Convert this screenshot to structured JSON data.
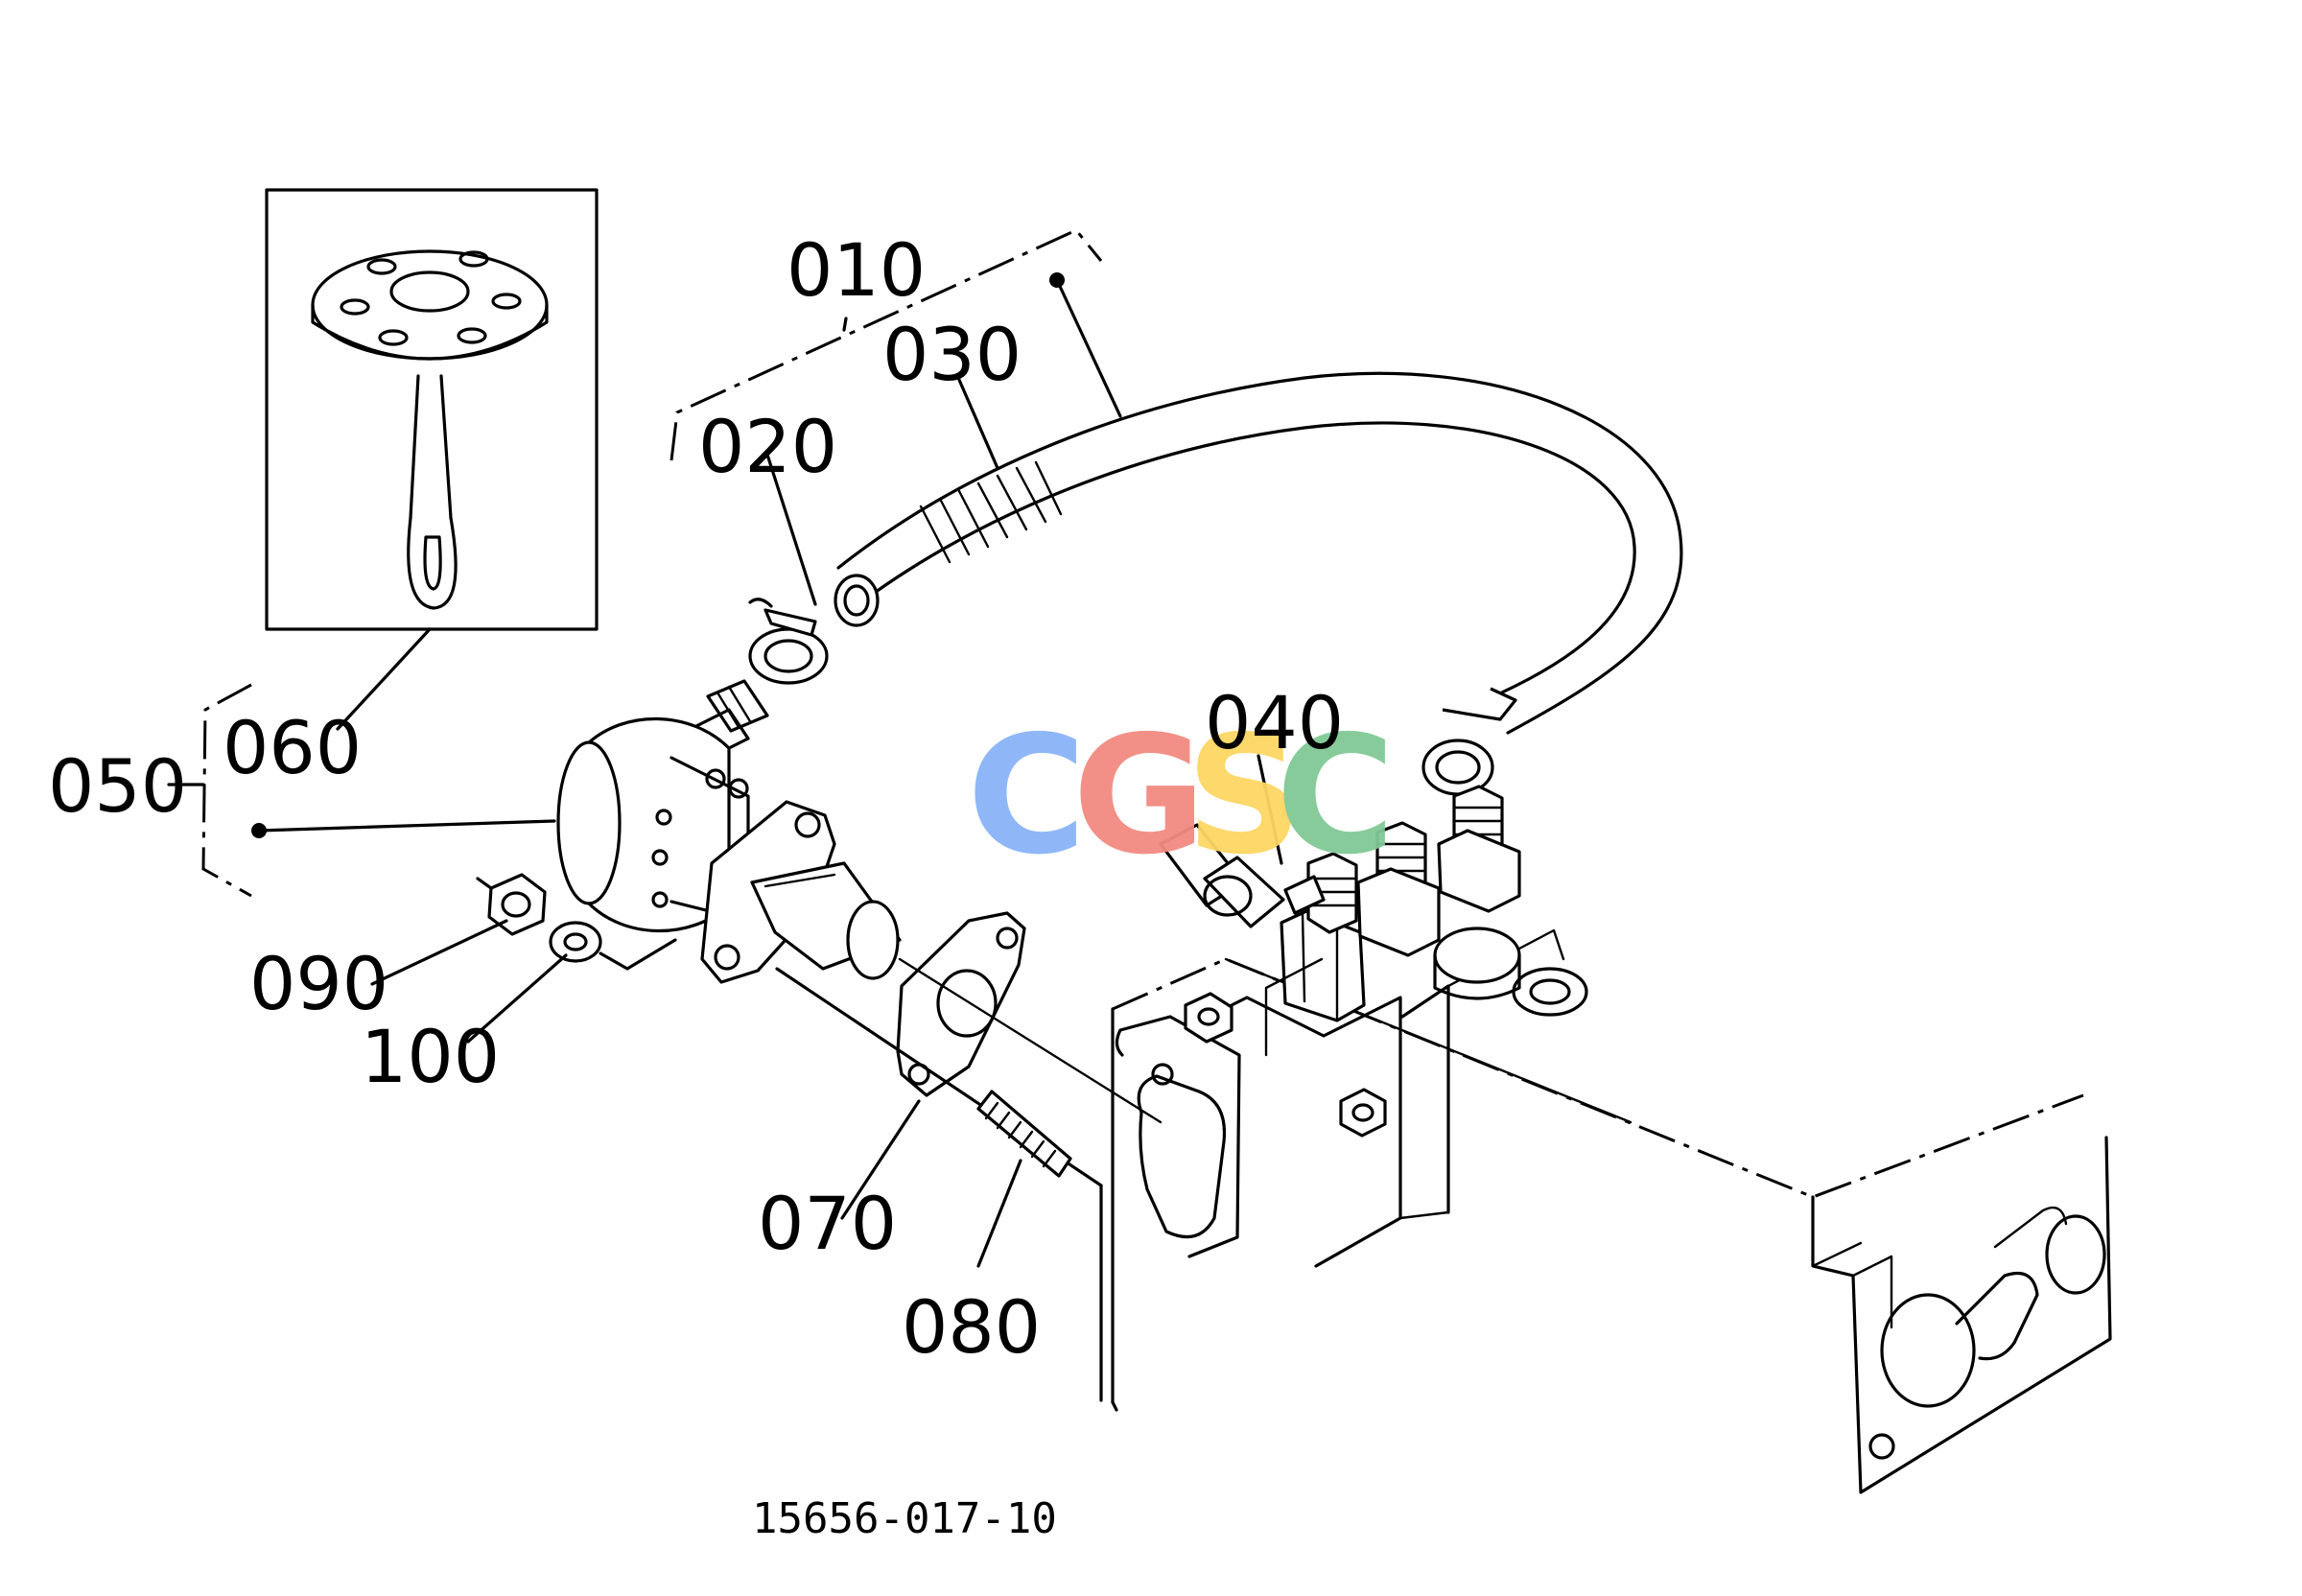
{
  "callouts": {
    "c010": "010",
    "c020": "020",
    "c030": "030",
    "c040": "040",
    "c050": "050",
    "c060": "060",
    "c070": "070",
    "c080": "080",
    "c090": "090",
    "c100": "100"
  },
  "diagram_code": "15656-017-10",
  "watermark": {
    "letters": [
      "C",
      "G",
      "S",
      "C"
    ],
    "colors": [
      "#8ab4f8",
      "#f28b82",
      "#fdd663",
      "#81c995"
    ]
  },
  "colors": {
    "line": "#000000",
    "background": "#ffffff"
  }
}
